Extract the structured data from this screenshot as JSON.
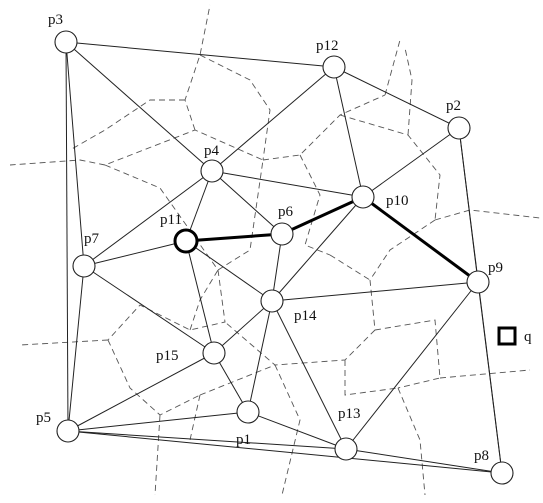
{
  "diagram": {
    "points": [
      {
        "id": "p1",
        "label": "p1"
      },
      {
        "id": "p2",
        "label": "p2"
      },
      {
        "id": "p3",
        "label": "p3"
      },
      {
        "id": "p4",
        "label": "p4"
      },
      {
        "id": "p5",
        "label": "p5"
      },
      {
        "id": "p6",
        "label": "p6"
      },
      {
        "id": "p7",
        "label": "p7"
      },
      {
        "id": "p8",
        "label": "p8"
      },
      {
        "id": "p9",
        "label": "p9"
      },
      {
        "id": "p10",
        "label": "p10"
      },
      {
        "id": "p11",
        "label": "p11",
        "highlighted": true
      },
      {
        "id": "p12",
        "label": "p12"
      },
      {
        "id": "p13",
        "label": "p13"
      },
      {
        "id": "p14",
        "label": "p14"
      },
      {
        "id": "p15",
        "label": "p15"
      }
    ],
    "query": {
      "label": "q"
    },
    "triangulation_edges": [
      [
        "p3",
        "p12"
      ],
      [
        "p12",
        "p2"
      ],
      [
        "p3",
        "p4"
      ],
      [
        "p3",
        "p7"
      ],
      [
        "p3",
        "p5"
      ],
      [
        "p12",
        "p4"
      ],
      [
        "p12",
        "p10"
      ],
      [
        "p2",
        "p10"
      ],
      [
        "p2",
        "p9"
      ],
      [
        "p2",
        "p8"
      ],
      [
        "p4",
        "p10"
      ],
      [
        "p4",
        "p6"
      ],
      [
        "p4",
        "p11"
      ],
      [
        "p4",
        "p7"
      ],
      [
        "p6",
        "p14"
      ],
      [
        "p11",
        "p7"
      ],
      [
        "p11",
        "p14"
      ],
      [
        "p11",
        "p15"
      ],
      [
        "p7",
        "p5"
      ],
      [
        "p7",
        "p15"
      ],
      [
        "p10",
        "p14"
      ],
      [
        "p14",
        "p9"
      ],
      [
        "p14",
        "p15"
      ],
      [
        "p14",
        "p1"
      ],
      [
        "p14",
        "p13"
      ],
      [
        "p15",
        "p5"
      ],
      [
        "p15",
        "p1"
      ],
      [
        "p9",
        "p13"
      ],
      [
        "p9",
        "p8"
      ],
      [
        "p5",
        "p1"
      ],
      [
        "p1",
        "p13"
      ],
      [
        "p5",
        "p13"
      ],
      [
        "p5",
        "p8"
      ],
      [
        "p13",
        "p8"
      ]
    ],
    "path_edges": [
      [
        "p11",
        "p6"
      ],
      [
        "p6",
        "p10"
      ],
      [
        "p10",
        "p9"
      ]
    ]
  }
}
